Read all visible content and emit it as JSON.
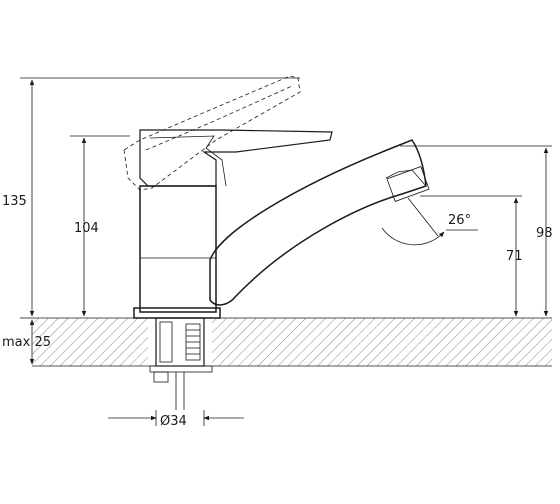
{
  "dimensions": {
    "total_height": "135",
    "body_height": "104",
    "spout_height": "98",
    "spout_outlet_height": "71",
    "max_counter_thickness": "max 25",
    "spout_angle": "26°",
    "hole_diameter": "Ø34"
  },
  "colors": {
    "line": "#1a1a1a",
    "hatch": "#555555",
    "background": "#ffffff"
  }
}
